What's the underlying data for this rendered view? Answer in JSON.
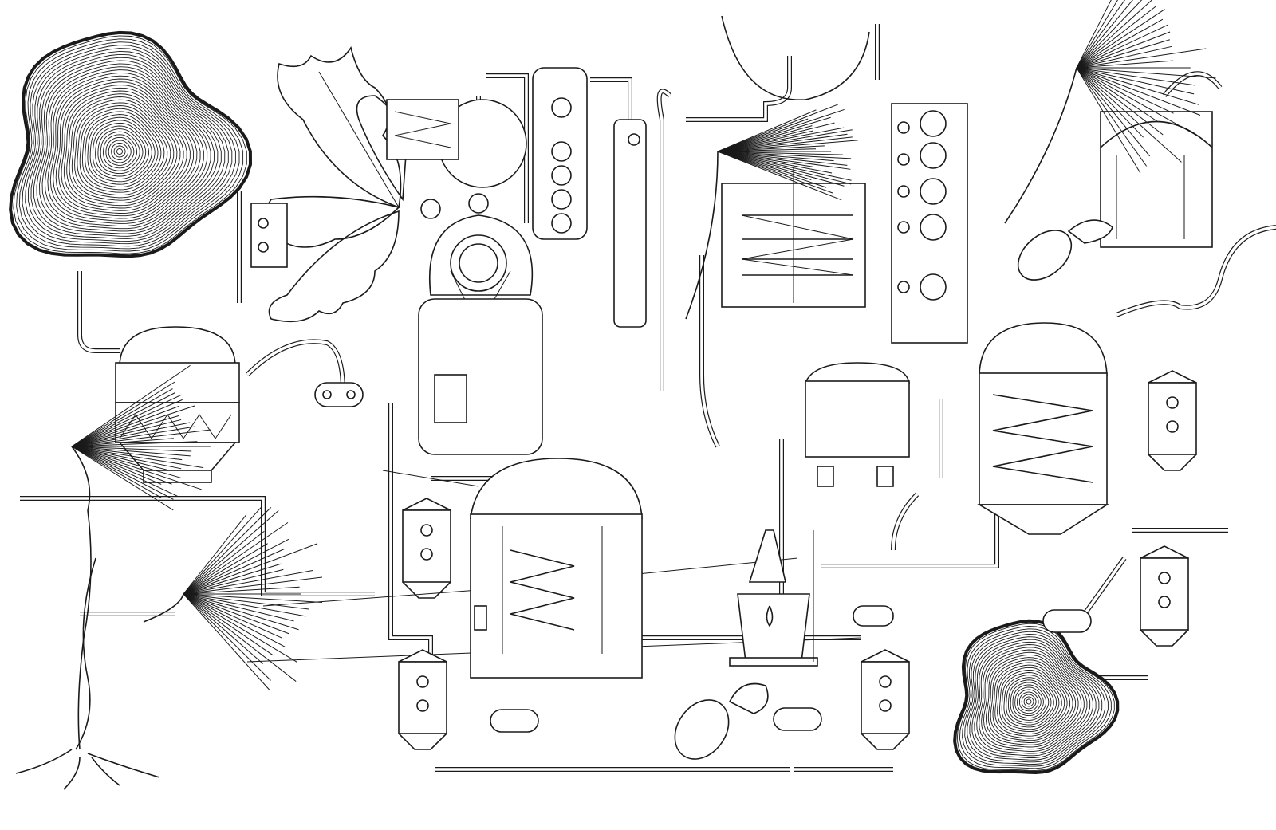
{
  "colors": {
    "ink": "#1a1a1a",
    "background": "#ffffff"
  },
  "illustration": {
    "tree_rings": 2,
    "stills": 4,
    "gauges": 5
  }
}
